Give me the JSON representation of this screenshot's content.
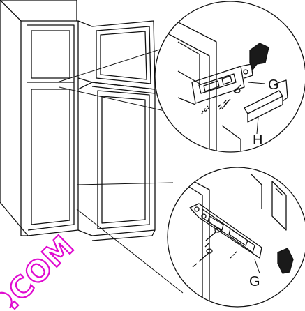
{
  "callouts": {
    "g_top": "G",
    "h": "H",
    "g_bottom": "G"
  },
  "watermark": {
    "text": ".COM",
    "color": "#e00ad0"
  },
  "icons": [
    "fridge-freezer-illustration",
    "hinge-bracket-detail",
    "screw-icon",
    "arrow-indicator-icon"
  ]
}
